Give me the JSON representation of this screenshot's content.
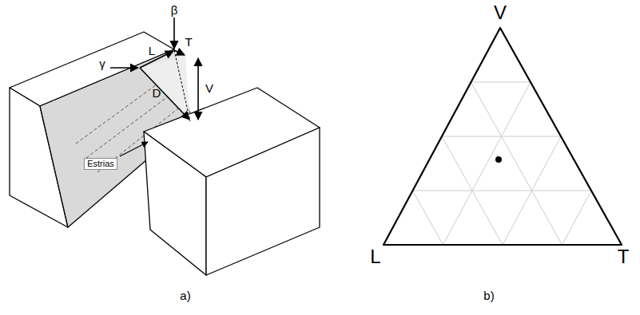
{
  "diagram": {
    "labels": [
      "β",
      "T",
      "L",
      "γ",
      "D",
      "V",
      "Estrias",
      "a)",
      "V",
      "L",
      "T",
      "b)"
    ]
  }
}
